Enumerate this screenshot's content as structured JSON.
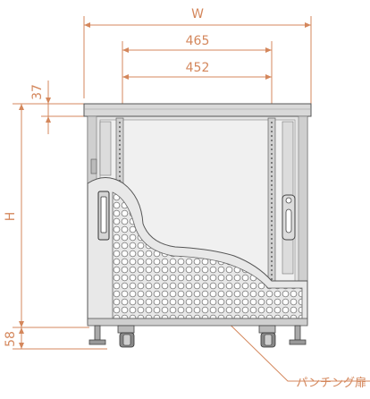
{
  "dimensions": {
    "width_label": "W",
    "outer_label": "465",
    "inner_label": "452",
    "top_label": "37",
    "height_label": "H",
    "base_label": "58"
  },
  "callout": {
    "label": "パンチング扉"
  },
  "colors": {
    "dimension": "#d4875c",
    "line": "#555555",
    "panel": "#d9d9d9",
    "panel_dark": "#bdbdbd"
  }
}
